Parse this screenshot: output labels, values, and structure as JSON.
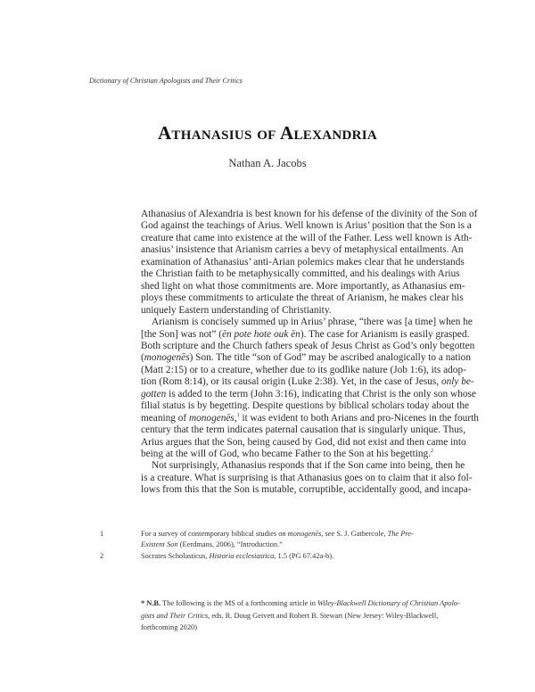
{
  "running_head": "Dictionary of Christian Apologists and Their Critics",
  "title": "Athanasius of Alexandria",
  "author": "Nathan A. Jacobs",
  "body_lines": [
    [
      {
        "t": "Athanasius of Alexandria is best known for his defense of the divinity of the Son of"
      }
    ],
    [
      {
        "t": "God against the teachings of Arius. Well known is Arius’ position that the Son is a"
      }
    ],
    [
      {
        "t": "creature that came into existence at the will of the Father. Less well known is Ath-"
      }
    ],
    [
      {
        "t": "anasius’ insistence that Arianism carries a bevy of metaphysical entailments. An"
      }
    ],
    [
      {
        "t": "examination of Athanasius’ anti-Arian polemics makes clear that he understands"
      }
    ],
    [
      {
        "t": "the Christian faith to be metaphysically committed, and his dealings with Arius"
      }
    ],
    [
      {
        "t": "shed light on what those commitments are. More importantly, as Athanasius em-"
      }
    ],
    [
      {
        "t": "ploys these commitments to articulate the threat of Arianism, he makes clear his"
      }
    ],
    [
      {
        "t": "uniquely Eastern understanding of Christianity."
      }
    ],
    [
      {
        "t": "Arianism is concisely summed up in Arius’ phrase, “there was [a time] when he"
      }
    ],
    [
      {
        "t": "[the Son] was not” ("
      },
      {
        "t": "ēn pote hote ouk ēn",
        "i": true
      },
      {
        "t": "). The case for Arianism is easily grasped."
      }
    ],
    [
      {
        "t": "Both scripture and the Church fathers speak of Jesus Christ as God’s only begotten"
      }
    ],
    [
      {
        "t": "("
      },
      {
        "t": "monogenēs",
        "i": true
      },
      {
        "t": ") Son. The title “son of God” may be ascribed analogically to a nation"
      }
    ],
    [
      {
        "t": "(Matt 2:15) or to a creature, whether due to its godlike nature (Job 1:6), its adop-"
      }
    ],
    [
      {
        "t": "tion (Rom 8:14), or its causal origin (Luke 2:38). Yet, in the case of Jesus, "
      },
      {
        "t": "only be-",
        "i": true
      }
    ],
    [
      {
        "t": "gotten",
        "i": true
      },
      {
        "t": " is added to the term (John 3:16), indicating that Christ is the only son whose"
      }
    ],
    [
      {
        "t": "filial status is by begetting. Despite questions by biblical scholars today about the"
      }
    ],
    [
      {
        "t": "meaning of "
      },
      {
        "t": "monogenēs",
        "i": true
      },
      {
        "t": ",",
        "s": "1"
      },
      {
        "t": " it was evident to both Arians and pro-Nicenes in the fourth"
      }
    ],
    [
      {
        "t": "century that the term indicates paternal causation that is singularly unique. Thus,"
      }
    ],
    [
      {
        "t": "Arius argues that the Son, being caused by God, did not exist and then came into"
      }
    ],
    [
      {
        "t": "being at the will of God, who became Father to the Son at his begetting.",
        "s": "2"
      }
    ],
    [
      {
        "t": "Not surprisingly, Athanasius responds that if the Son came into being, then he"
      }
    ],
    [
      {
        "t": "is a creature. What is surprising is that Athanasius goes on to claim that it also fol-"
      }
    ],
    [
      {
        "t": "lows from this that the Son is mutable, corruptible, accidentally good, and incapa-"
      }
    ]
  ],
  "footnotes": [
    {
      "num": "1",
      "lines": [
        [
          {
            "t": "For a survey of contemporary biblical studies on "
          },
          {
            "t": "monogenēs",
            "i": true
          },
          {
            "t": ", see S. J. Gathercole, "
          },
          {
            "t": "The Pre-",
            "i": true
          }
        ],
        [
          {
            "t": "Existent Son",
            "i": true
          },
          {
            "t": " (Eerdmans, 2006), “Introduction.”"
          }
        ]
      ]
    },
    {
      "num": "2",
      "lines": [
        [
          {
            "t": "Socrates Scholasticus, "
          },
          {
            "t": "Historia ecclesiastica",
            "i": true
          },
          {
            "t": ", 1.5 (PG 67.42a-b)."
          }
        ]
      ]
    }
  ],
  "note_lines": [
    [
      {
        "t": "* N.B.",
        "b": true
      },
      {
        "t": " The following is the MS of a forthcoming article in "
      },
      {
        "t": "Wiley-Blackwell Dictionary of Christian Apolo-",
        "i": true
      }
    ],
    [
      {
        "t": "gists and Their Critics",
        "i": true
      },
      {
        "t": ", eds. R. Doug Geivett and Robert B. Stewart (New Jersey: Wiley-Blackwell,"
      }
    ],
    [
      {
        "t": "forthcoming 2020)"
      }
    ]
  ]
}
